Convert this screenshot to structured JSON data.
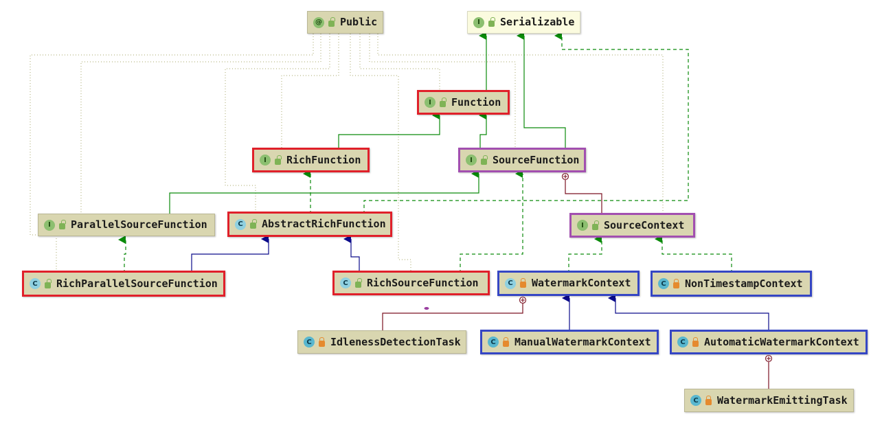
{
  "colors": {
    "inheritance_interface": "#0a8a0a",
    "inheritance_class": "#0a0a8a",
    "inner_class": "#7a1020",
    "annotation_usage": "#b6b684",
    "highlight_red": "#e0202a",
    "highlight_purple": "#a24fb0",
    "highlight_blue": "#3546c4"
  },
  "nodes": [
    {
      "id": "public",
      "label": "Public",
      "kind": "annotation",
      "badge": "@",
      "lock": "open-lock-icon"
    },
    {
      "id": "serializable",
      "label": "Serializable",
      "kind": "interface",
      "badge": "I",
      "lock": "open-lock-icon"
    },
    {
      "id": "function",
      "label": "Function",
      "kind": "interface",
      "badge": "I",
      "lock": "open-lock-icon"
    },
    {
      "id": "richfunction",
      "label": "RichFunction",
      "kind": "interface",
      "badge": "I",
      "lock": "open-lock-icon"
    },
    {
      "id": "sourcefunction",
      "label": "SourceFunction",
      "kind": "interface",
      "badge": "I",
      "lock": "open-lock-icon"
    },
    {
      "id": "parallelsourcefunction",
      "label": "ParallelSourceFunction",
      "kind": "interface",
      "badge": "I",
      "lock": "open-lock-icon"
    },
    {
      "id": "abstractrichfunction",
      "label": "AbstractRichFunction",
      "kind": "abstract-class",
      "badge": "C",
      "lock": "open-lock-icon"
    },
    {
      "id": "sourcecontext",
      "label": "SourceContext",
      "kind": "interface",
      "badge": "I",
      "lock": "open-lock-icon"
    },
    {
      "id": "richparallelsourcefunction",
      "label": "RichParallelSourceFunction",
      "kind": "abstract-class",
      "badge": "C",
      "lock": "open-lock-icon"
    },
    {
      "id": "richsourcefunction",
      "label": "RichSourceFunction",
      "kind": "abstract-class",
      "badge": "C",
      "lock": "open-lock-icon"
    },
    {
      "id": "watermarkcontext",
      "label": "WatermarkContext",
      "kind": "abstract-class",
      "badge": "C",
      "lock": "closed-lock-icon"
    },
    {
      "id": "nontimestampcontext",
      "label": "NonTimestampContext",
      "kind": "class",
      "badge": "C",
      "lock": "closed-lock-icon"
    },
    {
      "id": "idlenessdetectiontask",
      "label": "IdlenessDetectionTask",
      "kind": "class",
      "badge": "C",
      "lock": "closed-lock-icon"
    },
    {
      "id": "manualwatermarkcontext",
      "label": "ManualWatermarkContext",
      "kind": "class",
      "badge": "C",
      "lock": "closed-lock-icon"
    },
    {
      "id": "automaticwatermarkcontext",
      "label": "AutomaticWatermarkContext",
      "kind": "class",
      "badge": "C",
      "lock": "closed-lock-icon"
    },
    {
      "id": "watermarkemittingtask",
      "label": "WatermarkEmittingTask",
      "kind": "class",
      "badge": "C",
      "lock": "closed-lock-icon"
    }
  ]
}
